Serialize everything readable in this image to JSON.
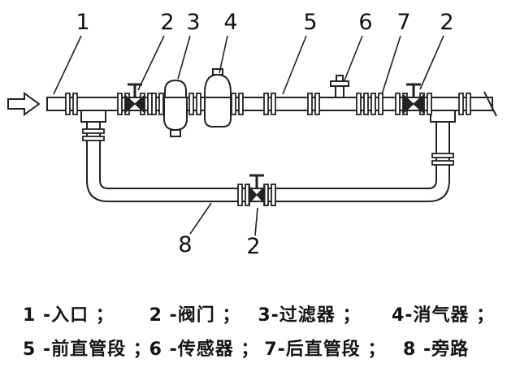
{
  "figure": {
    "background": "#ffffff",
    "ink": "#222222",
    "type": "piping-installation-diagram"
  },
  "callouts": {
    "inlet": "1",
    "valve_left": "2",
    "filter": "3",
    "air_eliminator": "4",
    "front_straight": "5",
    "sensor": "6",
    "rear_straight": "7",
    "valve_right": "2",
    "bypass": "8",
    "valve_bypass": "2"
  },
  "legend": {
    "row1": [
      "1 -入口 ；",
      "2 -阀门 ；",
      "3-过滤器 ；",
      "4-消气器 ；"
    ],
    "row2": [
      "5 -前直管段 ；",
      "6 -传感器 ；",
      "7-后直管段 ；",
      "8 -旁路"
    ]
  }
}
